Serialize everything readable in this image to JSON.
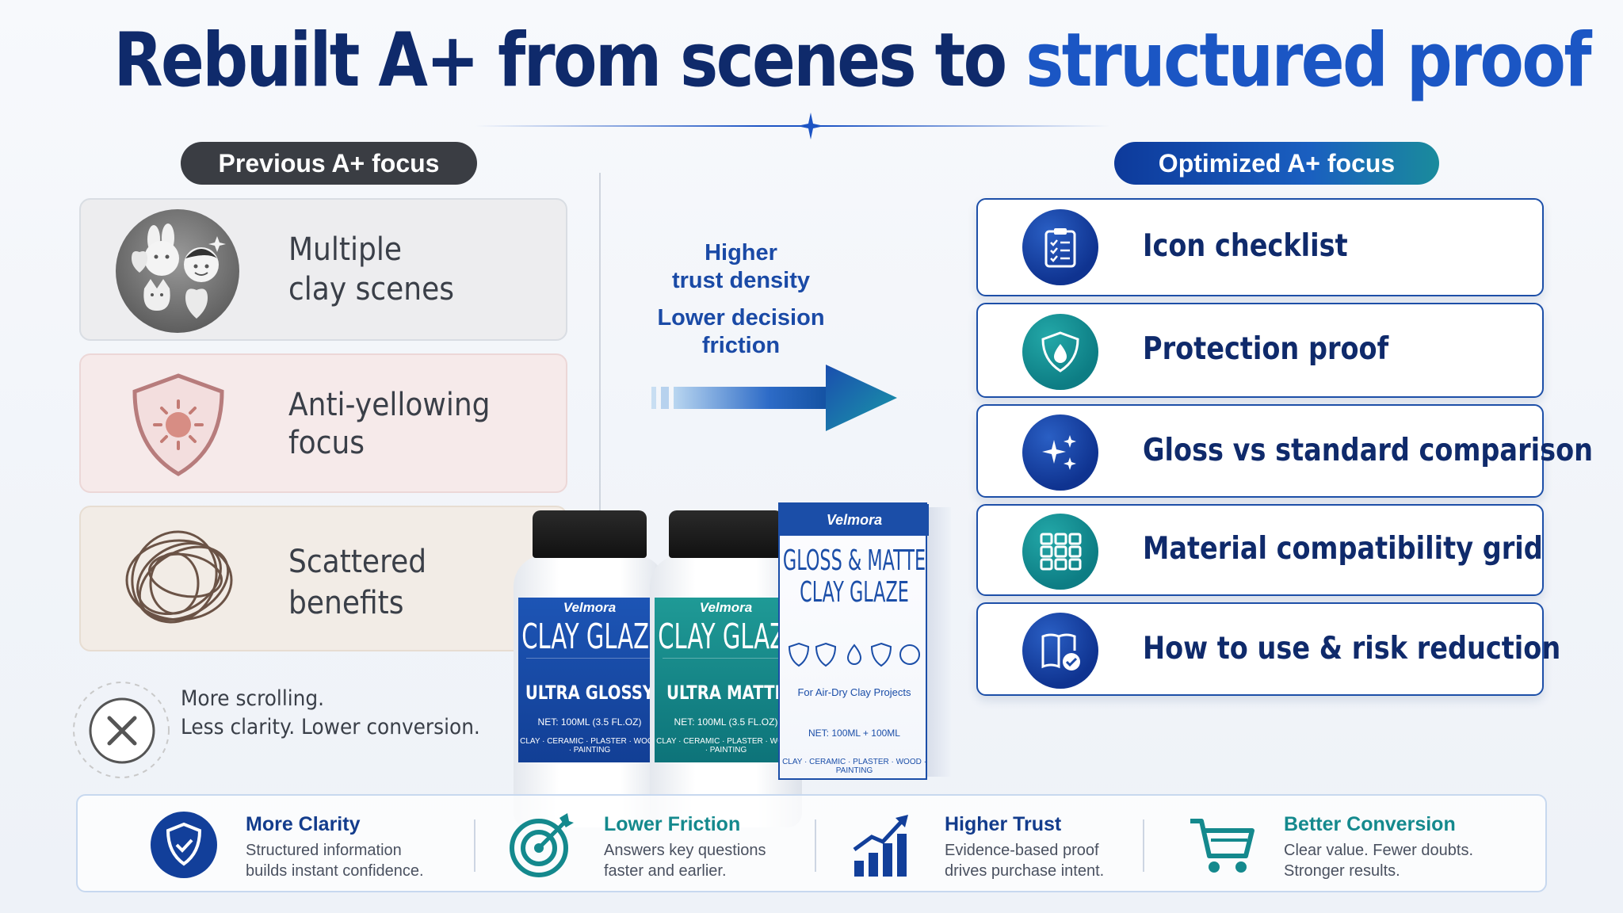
{
  "title": {
    "part1": "Rebuilt A+ from scenes to ",
    "part2": "structured proof"
  },
  "left": {
    "pill": "Previous A+ focus",
    "cards": [
      {
        "line1": "Multiple",
        "line2": "clay scenes",
        "icon": "clay-figures-icon"
      },
      {
        "line1": "Anti-yellowing",
        "line2": "focus",
        "icon": "shield-sun-icon"
      },
      {
        "line1": "Scattered",
        "line2": "benefits",
        "icon": "scribble-icon"
      }
    ],
    "note": {
      "line1": "More scrolling.",
      "line2": "Less clarity. Lower conversion."
    }
  },
  "middle": {
    "line1": "Higher",
    "line2": "trust density",
    "line3": "Lower decision",
    "line4": "friction"
  },
  "right": {
    "pill": "Optimized A+ focus",
    "cards": [
      {
        "label": "Icon checklist",
        "icon": "clipboard-checklist-icon"
      },
      {
        "label": "Protection proof",
        "icon": "shield-drop-icon"
      },
      {
        "label": "Gloss vs standard comparison",
        "icon": "sparkles-icon"
      },
      {
        "label": "Material compatibility grid",
        "icon": "grid-icon"
      },
      {
        "label": "How to use & risk reduction",
        "icon": "book-check-icon"
      }
    ]
  },
  "products": {
    "bottle1": {
      "brand": "Velmora",
      "name": "CLAY GLAZE",
      "type": "ULTRA GLOSSY",
      "net": "NET: 100ML (3.5 FL.OZ)",
      "materials": "CLAY · CERAMIC · PLASTER · WOOD · PAINTING"
    },
    "bottle2": {
      "brand": "Velmora",
      "name": "CLAY GLAZE",
      "type": "ULTRA MATTE",
      "net": "NET: 100ML (3.5 FL.OZ)",
      "materials": "CLAY · CERAMIC · PLASTER · WOOD · PAINTING"
    },
    "box": {
      "brand": "Velmora",
      "name1": "GLOSS & MATTE",
      "name2": "CLAY GLAZE",
      "sub": "For Air-Dry Clay Projects",
      "net": "NET: 100ML + 100ML",
      "materials": "CLAY · CERAMIC · PLASTER · WOOD · PAINTING"
    }
  },
  "benefits": [
    {
      "title": "More Clarity",
      "line1": "Structured information",
      "line2": "builds instant confidence.",
      "icon": "shield-check-icon"
    },
    {
      "title": "Lower Friction",
      "line1": "Answers key questions",
      "line2": "faster and earlier.",
      "icon": "target-icon"
    },
    {
      "title": "Higher Trust",
      "line1": "Evidence-based proof",
      "line2": "drives purchase intent.",
      "icon": "growth-chart-icon"
    },
    {
      "title": "Better Conversion",
      "line1": "Clear value. Fewer doubts.",
      "line2": "Stronger results.",
      "icon": "shopping-cart-icon"
    }
  ],
  "colors": {
    "navy": "#0f2a6b",
    "blue": "#1b56c4",
    "teal": "#11888c",
    "pill_dark": "#3a3d43"
  }
}
